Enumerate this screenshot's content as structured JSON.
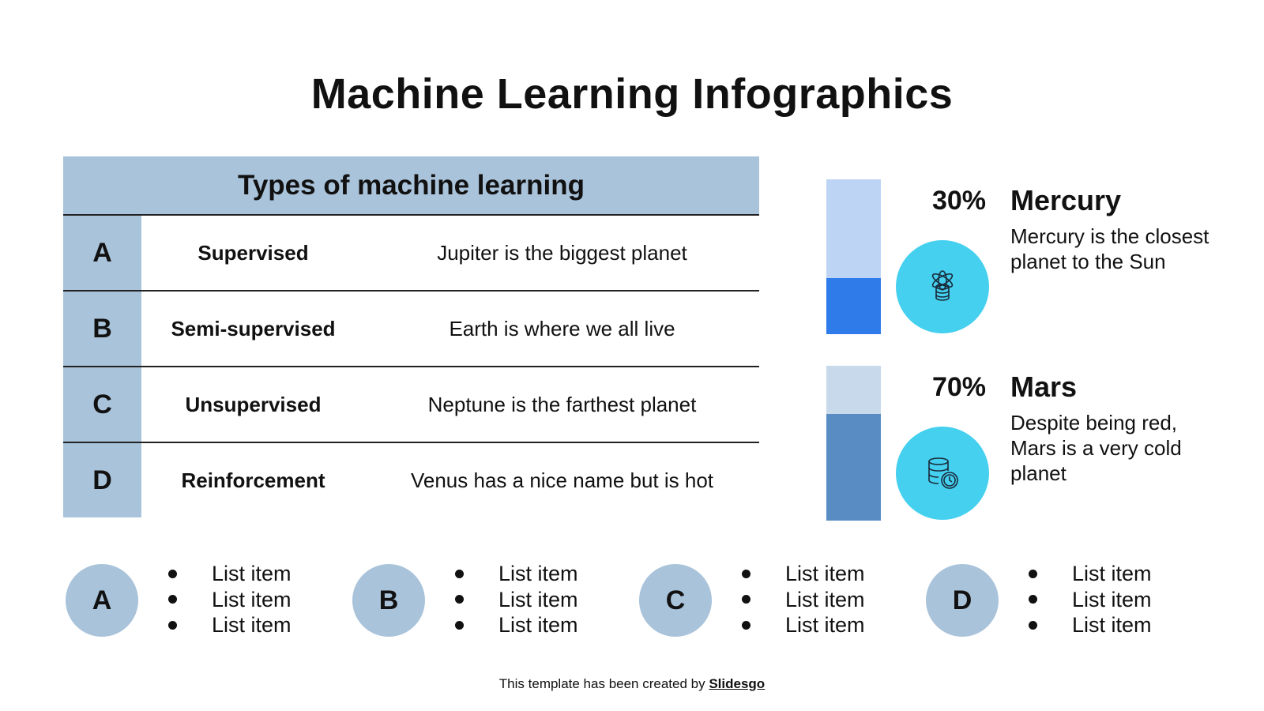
{
  "slide": {
    "title": "Machine Learning Infographics"
  },
  "table": {
    "header": "Types of machine learning",
    "rows": [
      {
        "letter": "A",
        "type": "Supervised",
        "description": "Jupiter is the biggest planet"
      },
      {
        "letter": "B",
        "type": "Semi-supervised",
        "description": "Earth is where we all live"
      },
      {
        "letter": "C",
        "type": "Unsupervised",
        "description": "Neptune is the farthest planet"
      },
      {
        "letter": "D",
        "type": "Reinforcement",
        "description": "Venus has a nice name but is hot"
      }
    ]
  },
  "stats": [
    {
      "percent_label": "30%",
      "value": 30,
      "name": "Mercury",
      "description": "Mercury is the closest planet to the Sun",
      "icon": "atom-database-icon",
      "bar_bg": "#bed4f4",
      "bar_fill": "#307bea"
    },
    {
      "percent_label": "70%",
      "value": 70,
      "name": "Mars",
      "description": "Despite being red, Mars is a very cold planet",
      "icon": "database-clock-icon",
      "bar_bg": "#c7d9ea",
      "bar_fill": "#598cc3"
    }
  ],
  "groups": [
    {
      "letter": "A",
      "items": [
        "List item",
        "List item",
        "List item"
      ]
    },
    {
      "letter": "B",
      "items": [
        "List item",
        "List item",
        "List item"
      ]
    },
    {
      "letter": "C",
      "items": [
        "List item",
        "List item",
        "List item"
      ]
    },
    {
      "letter": "D",
      "items": [
        "List item",
        "List item",
        "List item"
      ]
    }
  ],
  "footer": {
    "text": "This template has been created by ",
    "link": "Slidesgo"
  },
  "colors": {
    "accent_light": "#a9c3da",
    "icon_circle": "#45d0ef"
  }
}
